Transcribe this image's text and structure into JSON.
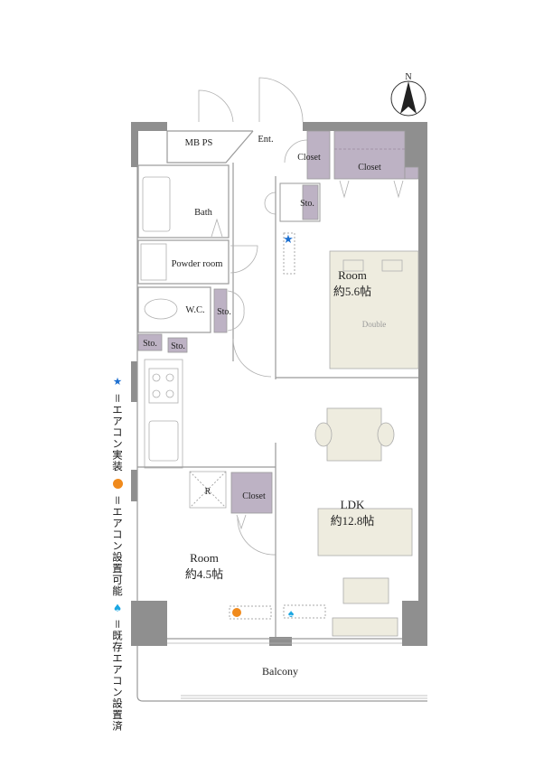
{
  "compass": {
    "label": "N"
  },
  "rooms": {
    "mbps": "MB PS",
    "entrance": "Ent.",
    "closet_entrance": "Closet",
    "closet_room": "Closet",
    "closet_small_room": "Closet",
    "storage_top": "Sto.",
    "storage_hall": "Sto.",
    "storage_left1": "Sto.",
    "storage_left2": "Sto.",
    "bath": "Bath",
    "powder_room": "Powder room",
    "wc": "W.C.",
    "refrigerator": "R",
    "room1_name": "Room",
    "room1_size": "約5.6帖",
    "bed": "Double",
    "ldk_name": "LDK",
    "ldk_size": "約12.8帖",
    "room2_name": "Room",
    "room2_size": "約4.5帖",
    "balcony": "Balcony"
  },
  "legend": {
    "installed": "＝エアコン実装",
    "installable": "＝エアコン設置可能",
    "existing": "＝既存エアコン設置済",
    "colors": {
      "star": "#1c6fd0",
      "orange": "#f08a1c",
      "spade": "#1aa6e2"
    }
  }
}
